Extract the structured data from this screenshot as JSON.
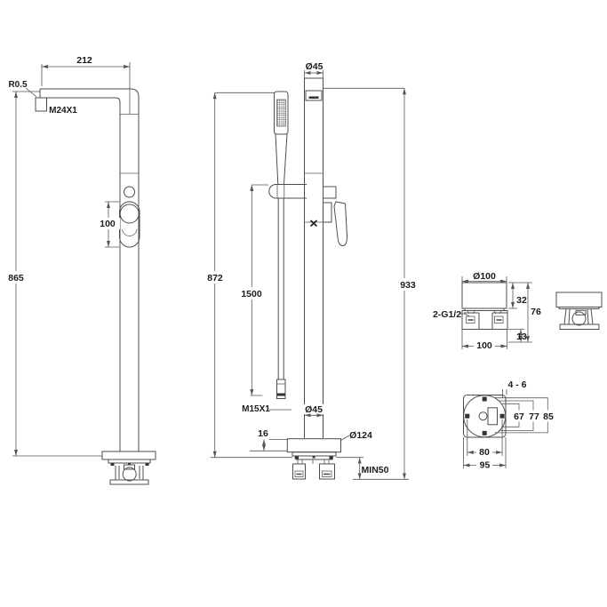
{
  "drawing": {
    "kind": "technical dimension drawing",
    "subject": "freestanding bathtub faucet with hand shower",
    "colors": {
      "line": "#4d4d4d",
      "text": "#1c1c1c",
      "background": "#ffffff"
    },
    "views": {
      "front": {
        "dims": {
          "spout_reach": "212",
          "spout_radius": "R0.5",
          "aerator_thread": "M24X1",
          "handle_length": "100",
          "spout_height": "865"
        }
      },
      "side": {
        "dims": {
          "column_dia_top": "Ø45",
          "shower_height": "872",
          "hose_length": "1500",
          "total_height": "933",
          "hose_thread": "M15X1",
          "column_dia_bottom": "Ø45",
          "base_plate_thickness": "16",
          "base_plate_dia": "Ø124",
          "min_clearance": "MIN50"
        }
      },
      "base_side": {
        "dims": {
          "body_dia": "Ø100",
          "cap_height": "32",
          "body_height": "76",
          "inlet_threads": "2-G1/2",
          "body_width": "100",
          "inlet_offset": "13"
        }
      },
      "base_top": {
        "dims": {
          "deck_thickness_range": "4 - 6",
          "span_inner": "67",
          "span_middle": "77",
          "span_outer": "85",
          "screw_spacing": "80",
          "plate_width": "95"
        }
      }
    }
  }
}
